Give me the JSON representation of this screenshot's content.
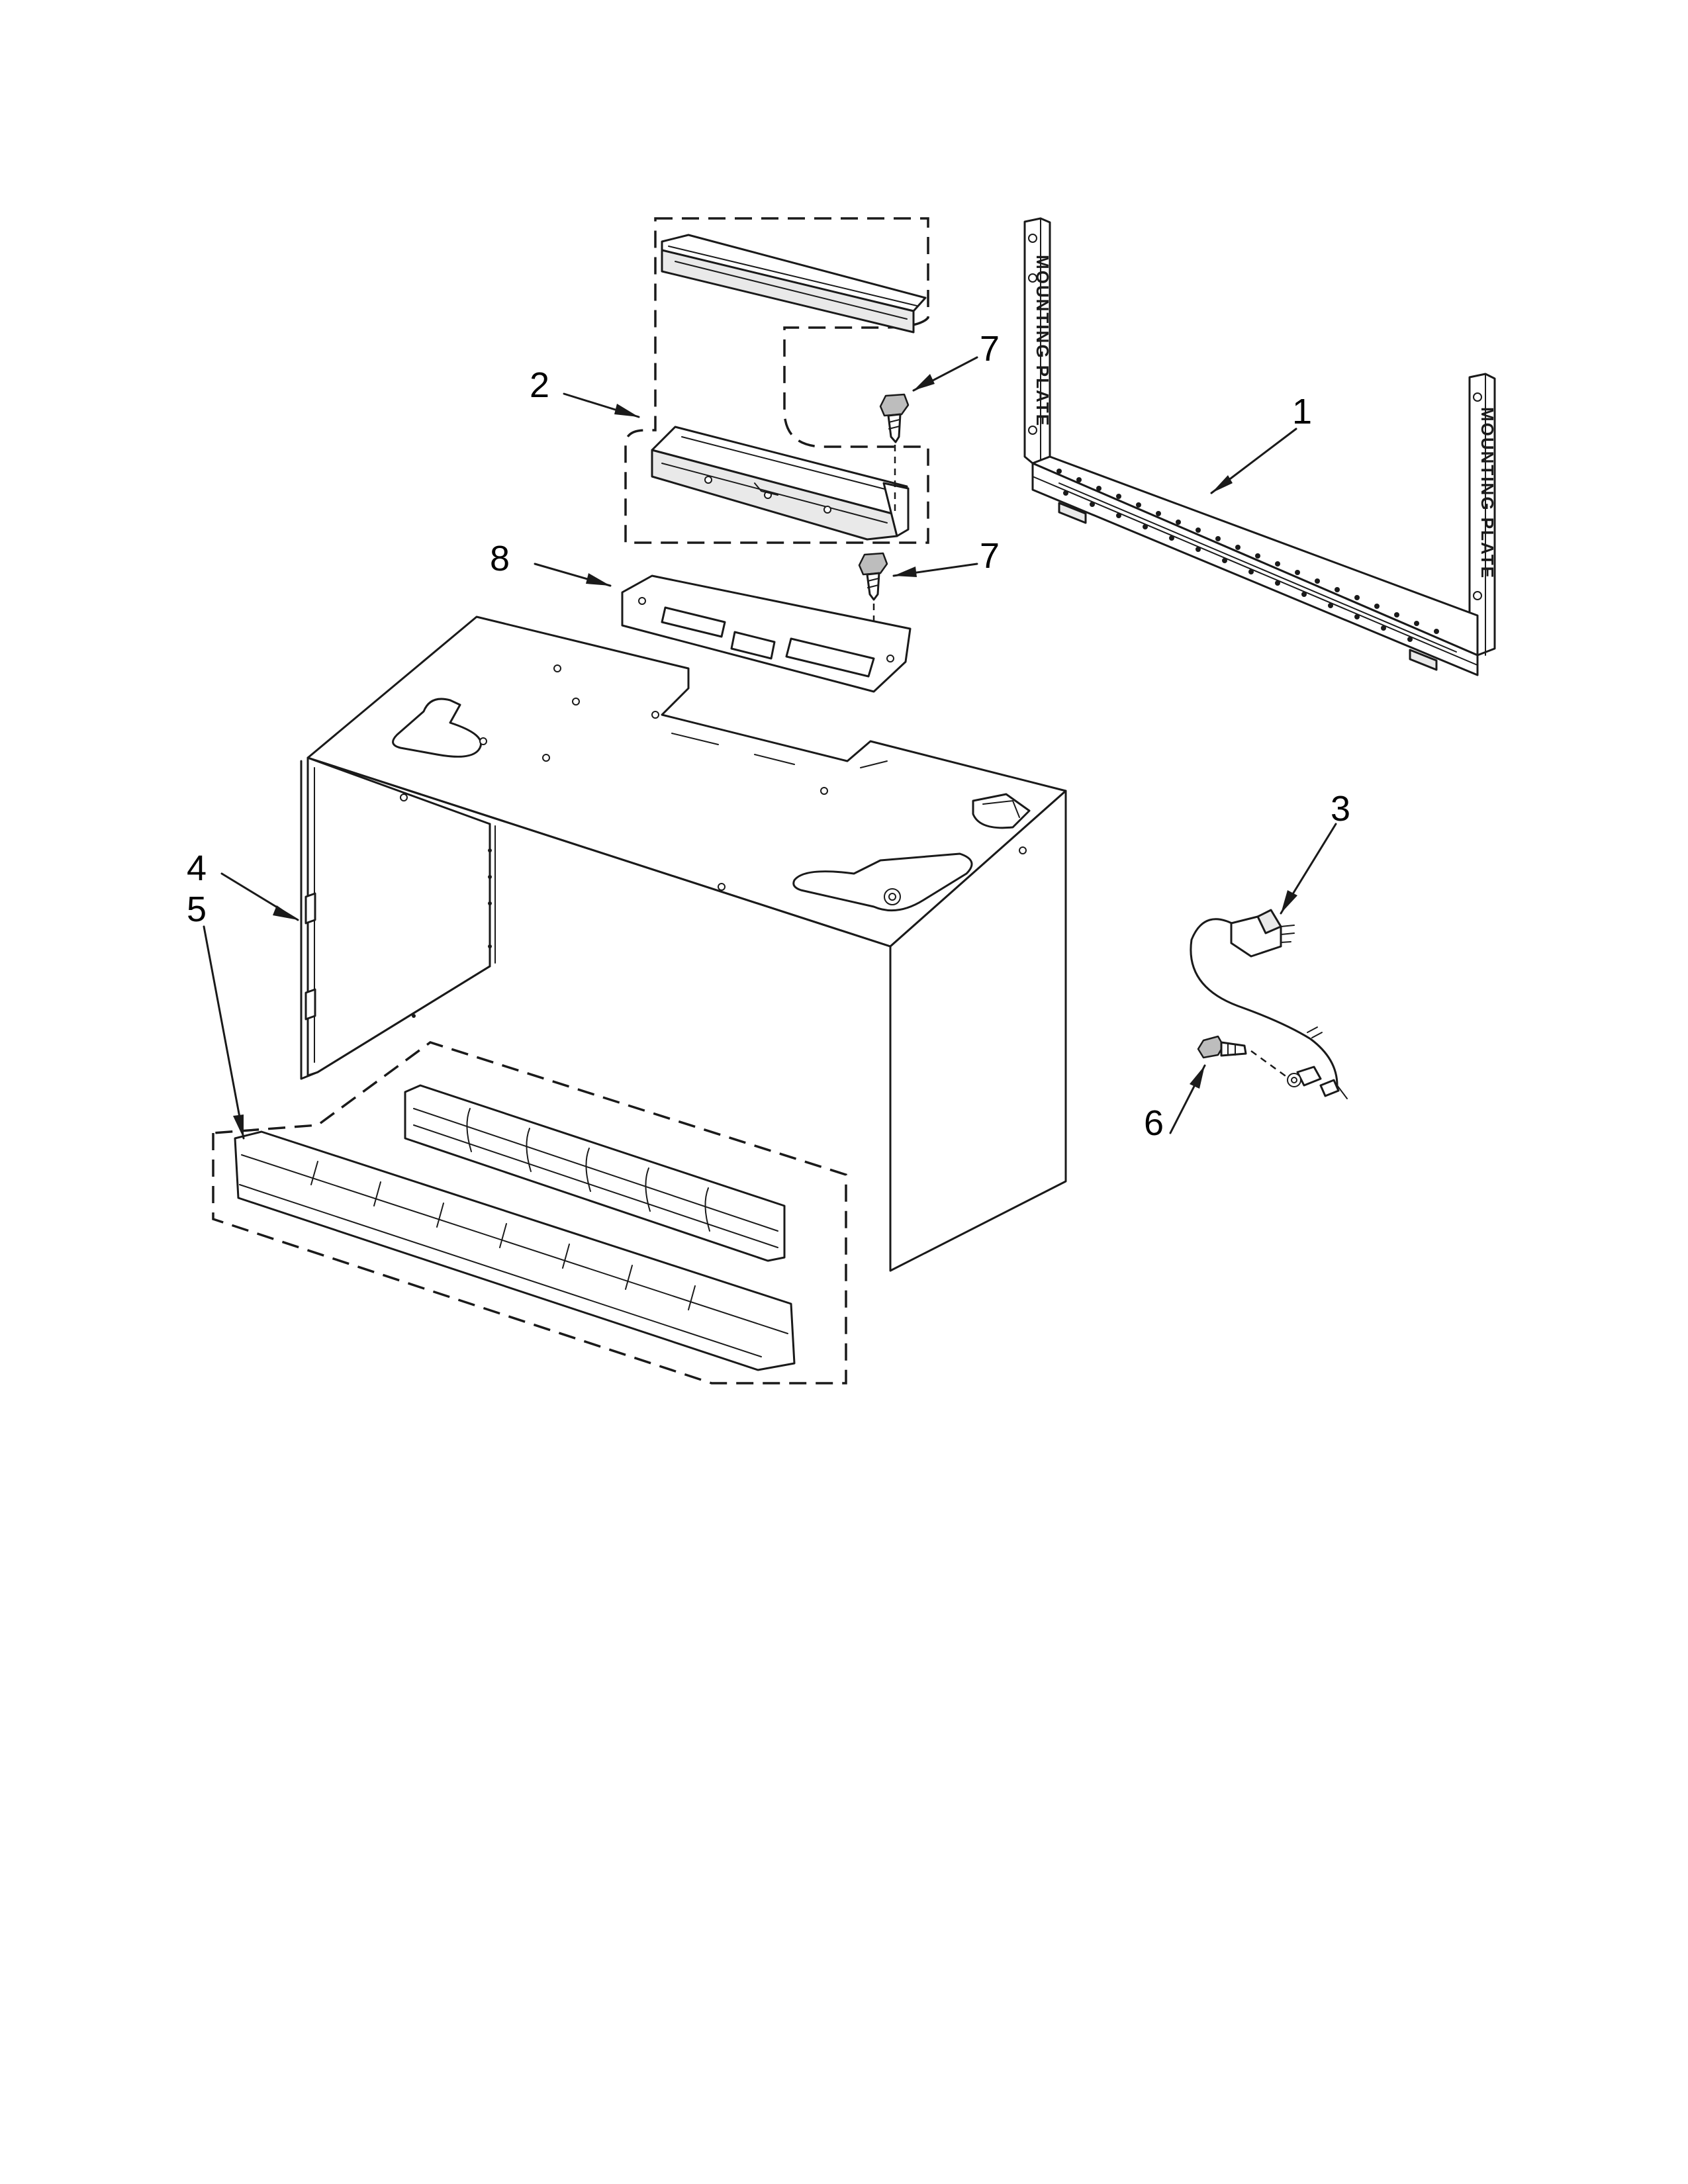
{
  "diagram": {
    "callouts": [
      {
        "id": "1",
        "label": "1"
      },
      {
        "id": "2",
        "label": "2"
      },
      {
        "id": "3",
        "label": "3"
      },
      {
        "id": "4",
        "label": "4"
      },
      {
        "id": "5",
        "label": "5"
      },
      {
        "id": "6",
        "label": "6"
      },
      {
        "id": "7a",
        "label": "7"
      },
      {
        "id": "7b",
        "label": "7"
      },
      {
        "id": "8",
        "label": "8"
      }
    ],
    "plate_text_left": "MOUNTING PLATE",
    "plate_text_right": "MOUNTING PLATE"
  },
  "colors": {
    "line": "#1a1a1a",
    "background": "#ffffff"
  }
}
